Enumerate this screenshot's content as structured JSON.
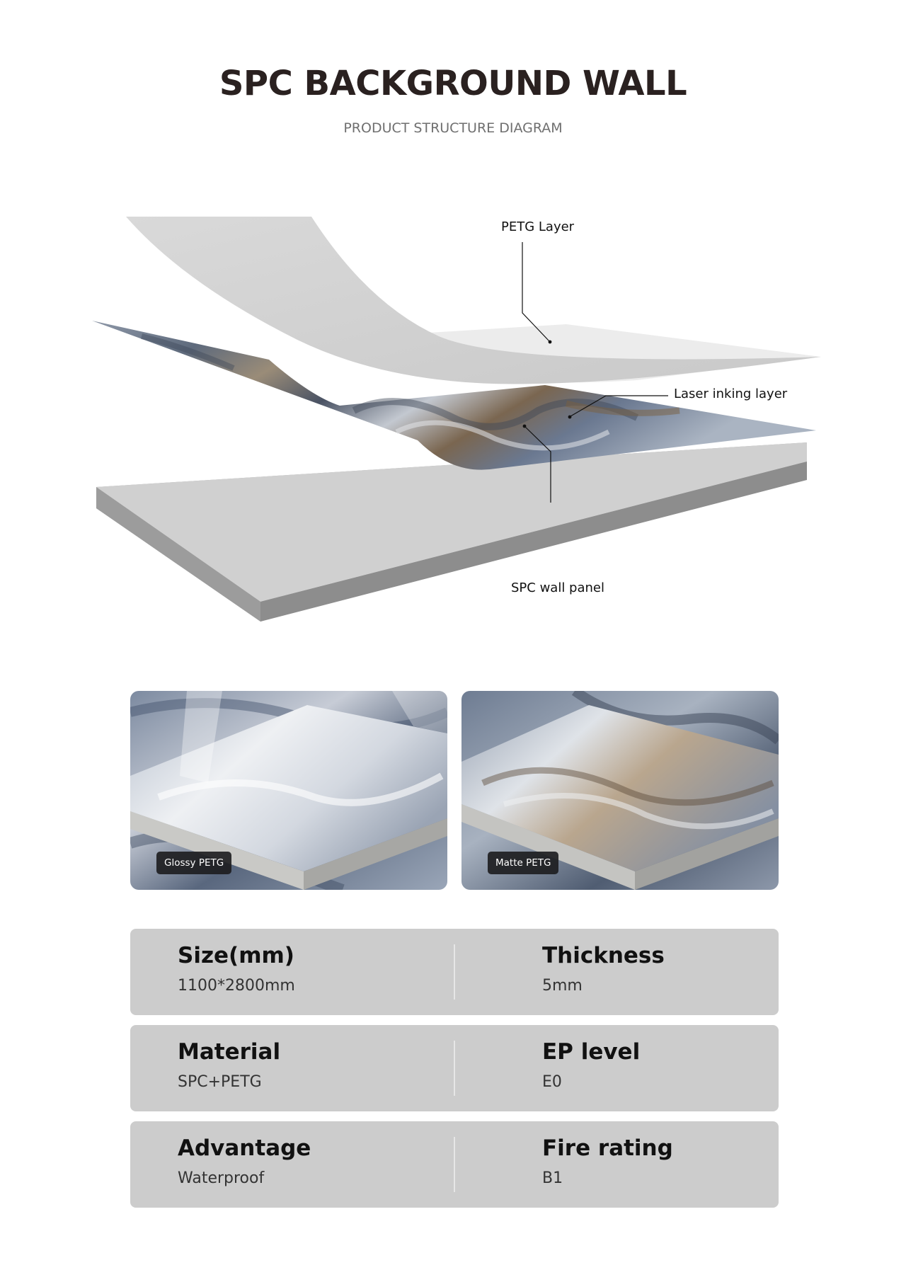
{
  "header": {
    "title": "SPC BACKGROUND WALL",
    "subtitle": "PRODUCT STRUCTURE DIAGRAM"
  },
  "diagram": {
    "callouts": {
      "petg": "PETG Layer",
      "laser": "Laser inking layer",
      "panel": "SPC wall panel"
    }
  },
  "samples": [
    {
      "label": "Glossy PETG"
    },
    {
      "label": "Matte PETG"
    }
  ],
  "specs": [
    {
      "left_label": "Size(mm)",
      "left_value": "1100*2800mm",
      "right_label": "Thickness",
      "right_value": "5mm"
    },
    {
      "left_label": "Material",
      "left_value": "SPC+PETG",
      "right_label": "EP level",
      "right_value": "E0"
    },
    {
      "left_label": "Advantage",
      "left_value": "Waterproof",
      "right_label": "Fire rating",
      "right_value": "B1"
    }
  ]
}
